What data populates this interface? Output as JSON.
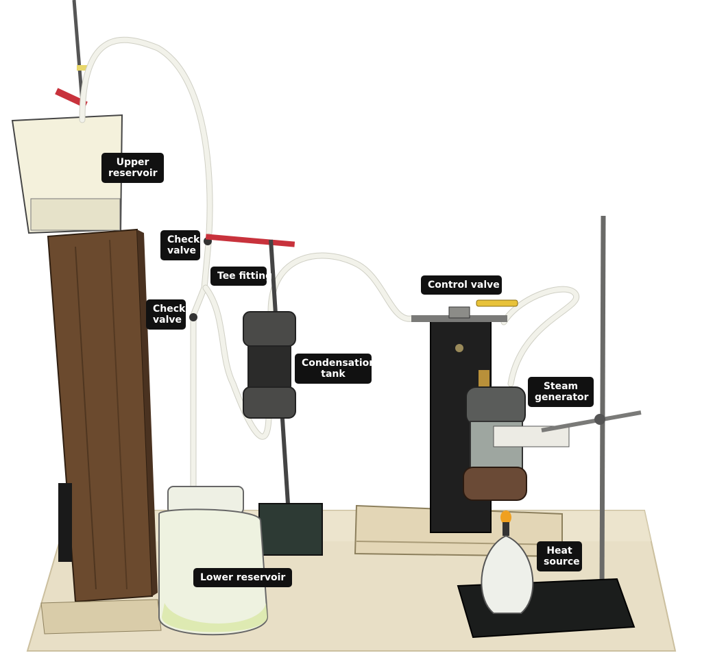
{
  "labels": {
    "upper_reservoir": [
      "Upper",
      "reservoir"
    ],
    "check_valve_top": [
      "Check",
      "valve"
    ],
    "tee_fitting": [
      "Tee fitting"
    ],
    "check_valve_lower": [
      "Check",
      "valve"
    ],
    "condensation_tank": [
      "Condensation",
      "tank"
    ],
    "control_valve": [
      "Control valve"
    ],
    "steam_generator": [
      "Steam",
      "generator"
    ],
    "heat_source": [
      "Heat",
      "source"
    ],
    "lower_reservoir": [
      "Lower reservoir"
    ]
  },
  "colors": {
    "callout_bg": "#111111",
    "callout_text": "#ffffff",
    "wood": "#6b4a2e",
    "table": "#e6dcc3",
    "tubing": "#f2f2ea",
    "metal_dark": "#3a3a38",
    "valve_handle": "#e8c23a",
    "clip_red": "#c8323c"
  }
}
